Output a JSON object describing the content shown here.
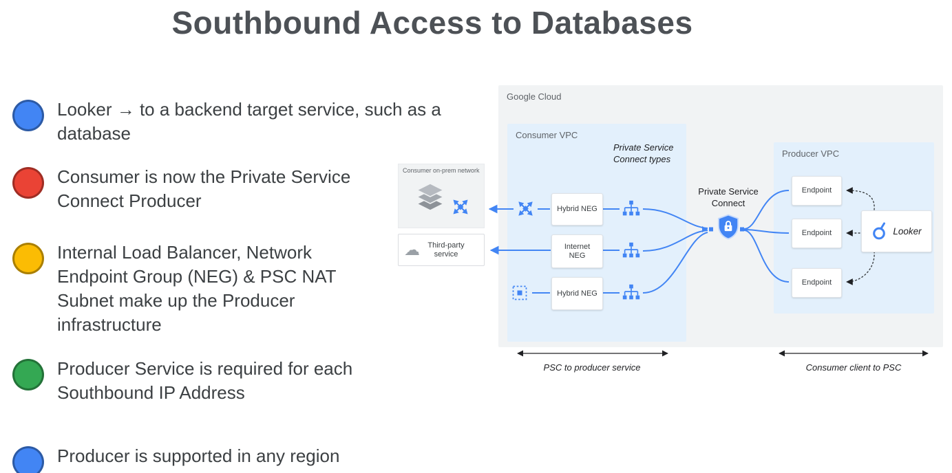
{
  "title": "Southbound Access to Databases",
  "bullets": [
    {
      "color": "#4285F4",
      "text": "Looker → to a backend target service, such as a database"
    },
    {
      "color": "#EA4335",
      "text": "Consumer is now the Private Service Connect Producer"
    },
    {
      "color": "#FBBC04",
      "text": "Internal Load Balancer, Network Endpoint Group (NEG) & PSC NAT Subnet make up the Producer infrastructure"
    },
    {
      "color": "#34A853",
      "text": "Producer Service is required for each Southbound IP Address"
    },
    {
      "color": "#4285F4",
      "text": "Producer is supported in any region"
    }
  ],
  "diagram": {
    "google_cloud_label": "Google Cloud",
    "consumer_vpc_label": "Consumer VPC",
    "producer_vpc_label": "Producer VPC",
    "psc_types_label": "Private Service Connect types",
    "psc_label": "Private Service Connect",
    "onprem_label": "Consumer on-prem network",
    "third_party_label": "Third-party service",
    "negs": [
      "Hybrid NEG",
      "Internet NEG",
      "Hybrid NEG"
    ],
    "endpoints": [
      "Endpoint",
      "Endpoint",
      "Endpoint"
    ],
    "looker_label": "Looker",
    "left_arrow_label": "PSC to producer service",
    "right_arrow_label": "Consumer client to PSC"
  },
  "colors": {
    "bullet_blue": "#4285F4",
    "bullet_red": "#EA4335",
    "bullet_yellow": "#FBBC04",
    "bullet_green": "#34A853",
    "connector_blue": "#4285F4",
    "cloud_bg": "#F1F3F4",
    "vpc_bg": "#E3F0FC"
  },
  "icons": {
    "cloud-icon": "☁",
    "network-arrows-icon": "four-direction-arrows",
    "load-balancer-icon": "network-endpoint-nodes",
    "compute-chip-icon": "dashed-chip",
    "server-stack-icon": "stacked-layers",
    "psc-shield-icon": "shield-with-lock",
    "looker-icon": "looker-logo"
  }
}
